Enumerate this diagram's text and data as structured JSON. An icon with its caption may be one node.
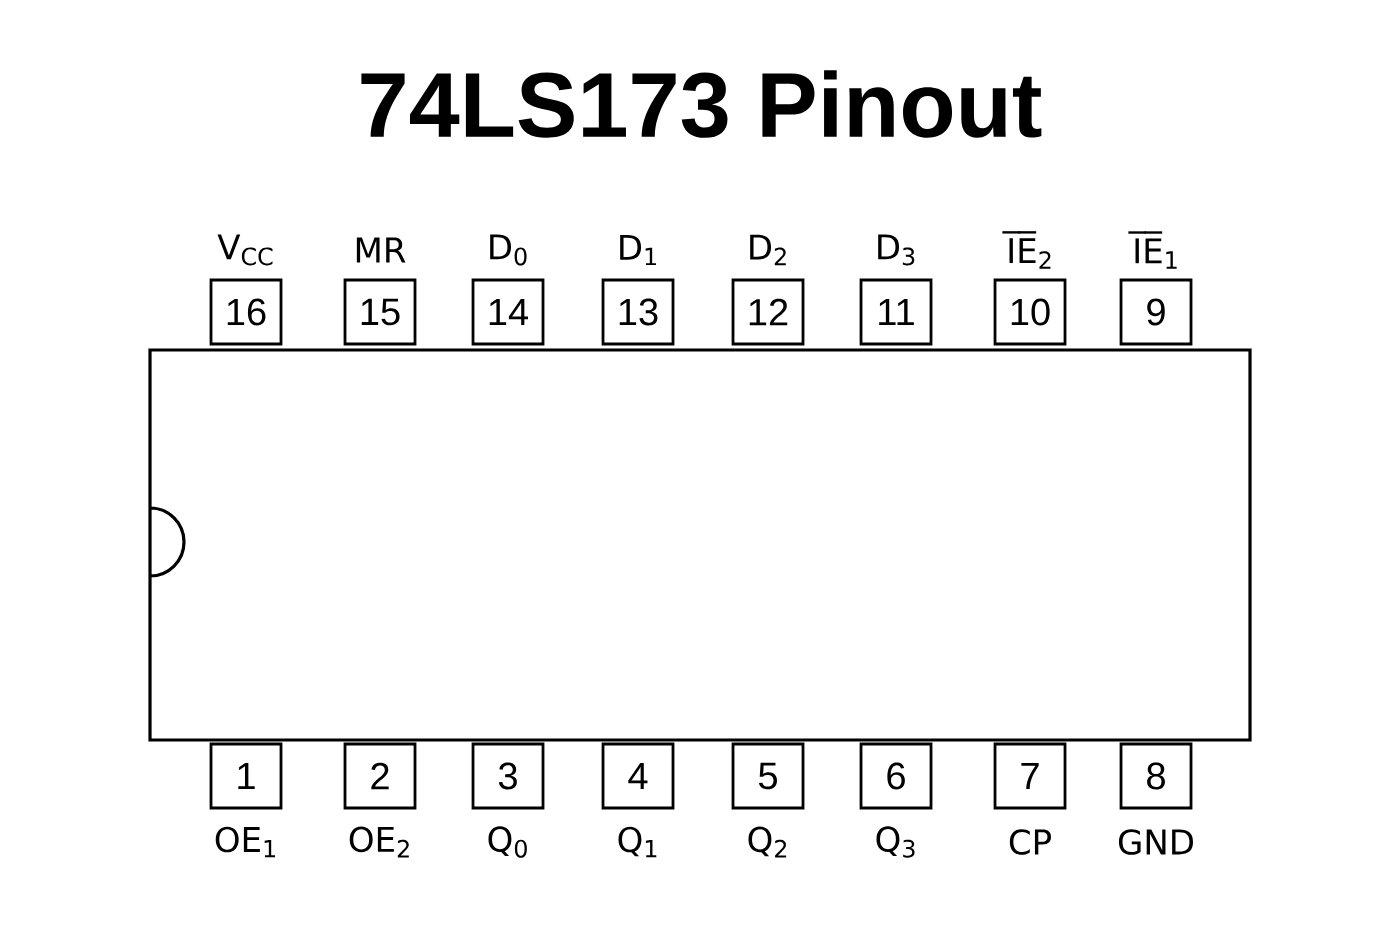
{
  "diagram": {
    "title": "74LS173 Pinout",
    "nodes": [
      {
        "text": [],
        "shape": "box"
      },
      {
        "text": [
          "16"
        ],
        "beside": [
          "V$_{CC}$"
        ]
      },
      {
        "text": [
          "15"
        ],
        "beside": [
          "MR"
        ]
      },
      {
        "text": [
          "14"
        ],
        "beside": [
          "D$_{0}$"
        ]
      },
      {
        "text": [
          "13"
        ],
        "beside": [
          "D$_{1}$"
        ]
      },
      {
        "text": [
          "12"
        ],
        "beside": [
          "D$_{2}$"
        ]
      },
      {
        "text": [
          "11"
        ],
        "beside": [
          "D$_{3}$"
        ]
      },
      {
        "text": [
          "10"
        ],
        "beside": [
          "I̅E̅$_{2}$"
        ]
      },
      {
        "text": [
          "9"
        ],
        "beside": [
          "I̅E̅$_{1}$"
        ]
      },
      {
        "text": [
          "1"
        ],
        "beside": [
          "OE$_{1}$"
        ]
      },
      {
        "text": [
          "2"
        ],
        "beside": [
          "OE$_{2}$"
        ]
      },
      {
        "text": [
          "3"
        ],
        "beside": [
          "Q$_{0}$"
        ]
      },
      {
        "text": [
          "4"
        ],
        "beside": [
          "Q$_{1}$"
        ]
      },
      {
        "text": [
          "5"
        ],
        "beside": [
          "Q$_{2}$"
        ]
      },
      {
        "text": [
          "6"
        ],
        "beside": [
          "Q$_{3}$"
        ]
      },
      {
        "text": [
          "7"
        ],
        "beside": [
          "CP"
        ]
      },
      {
        "text": [
          "8"
        ],
        "beside": [
          "GND"
        ]
      }
    ]
  }
}
